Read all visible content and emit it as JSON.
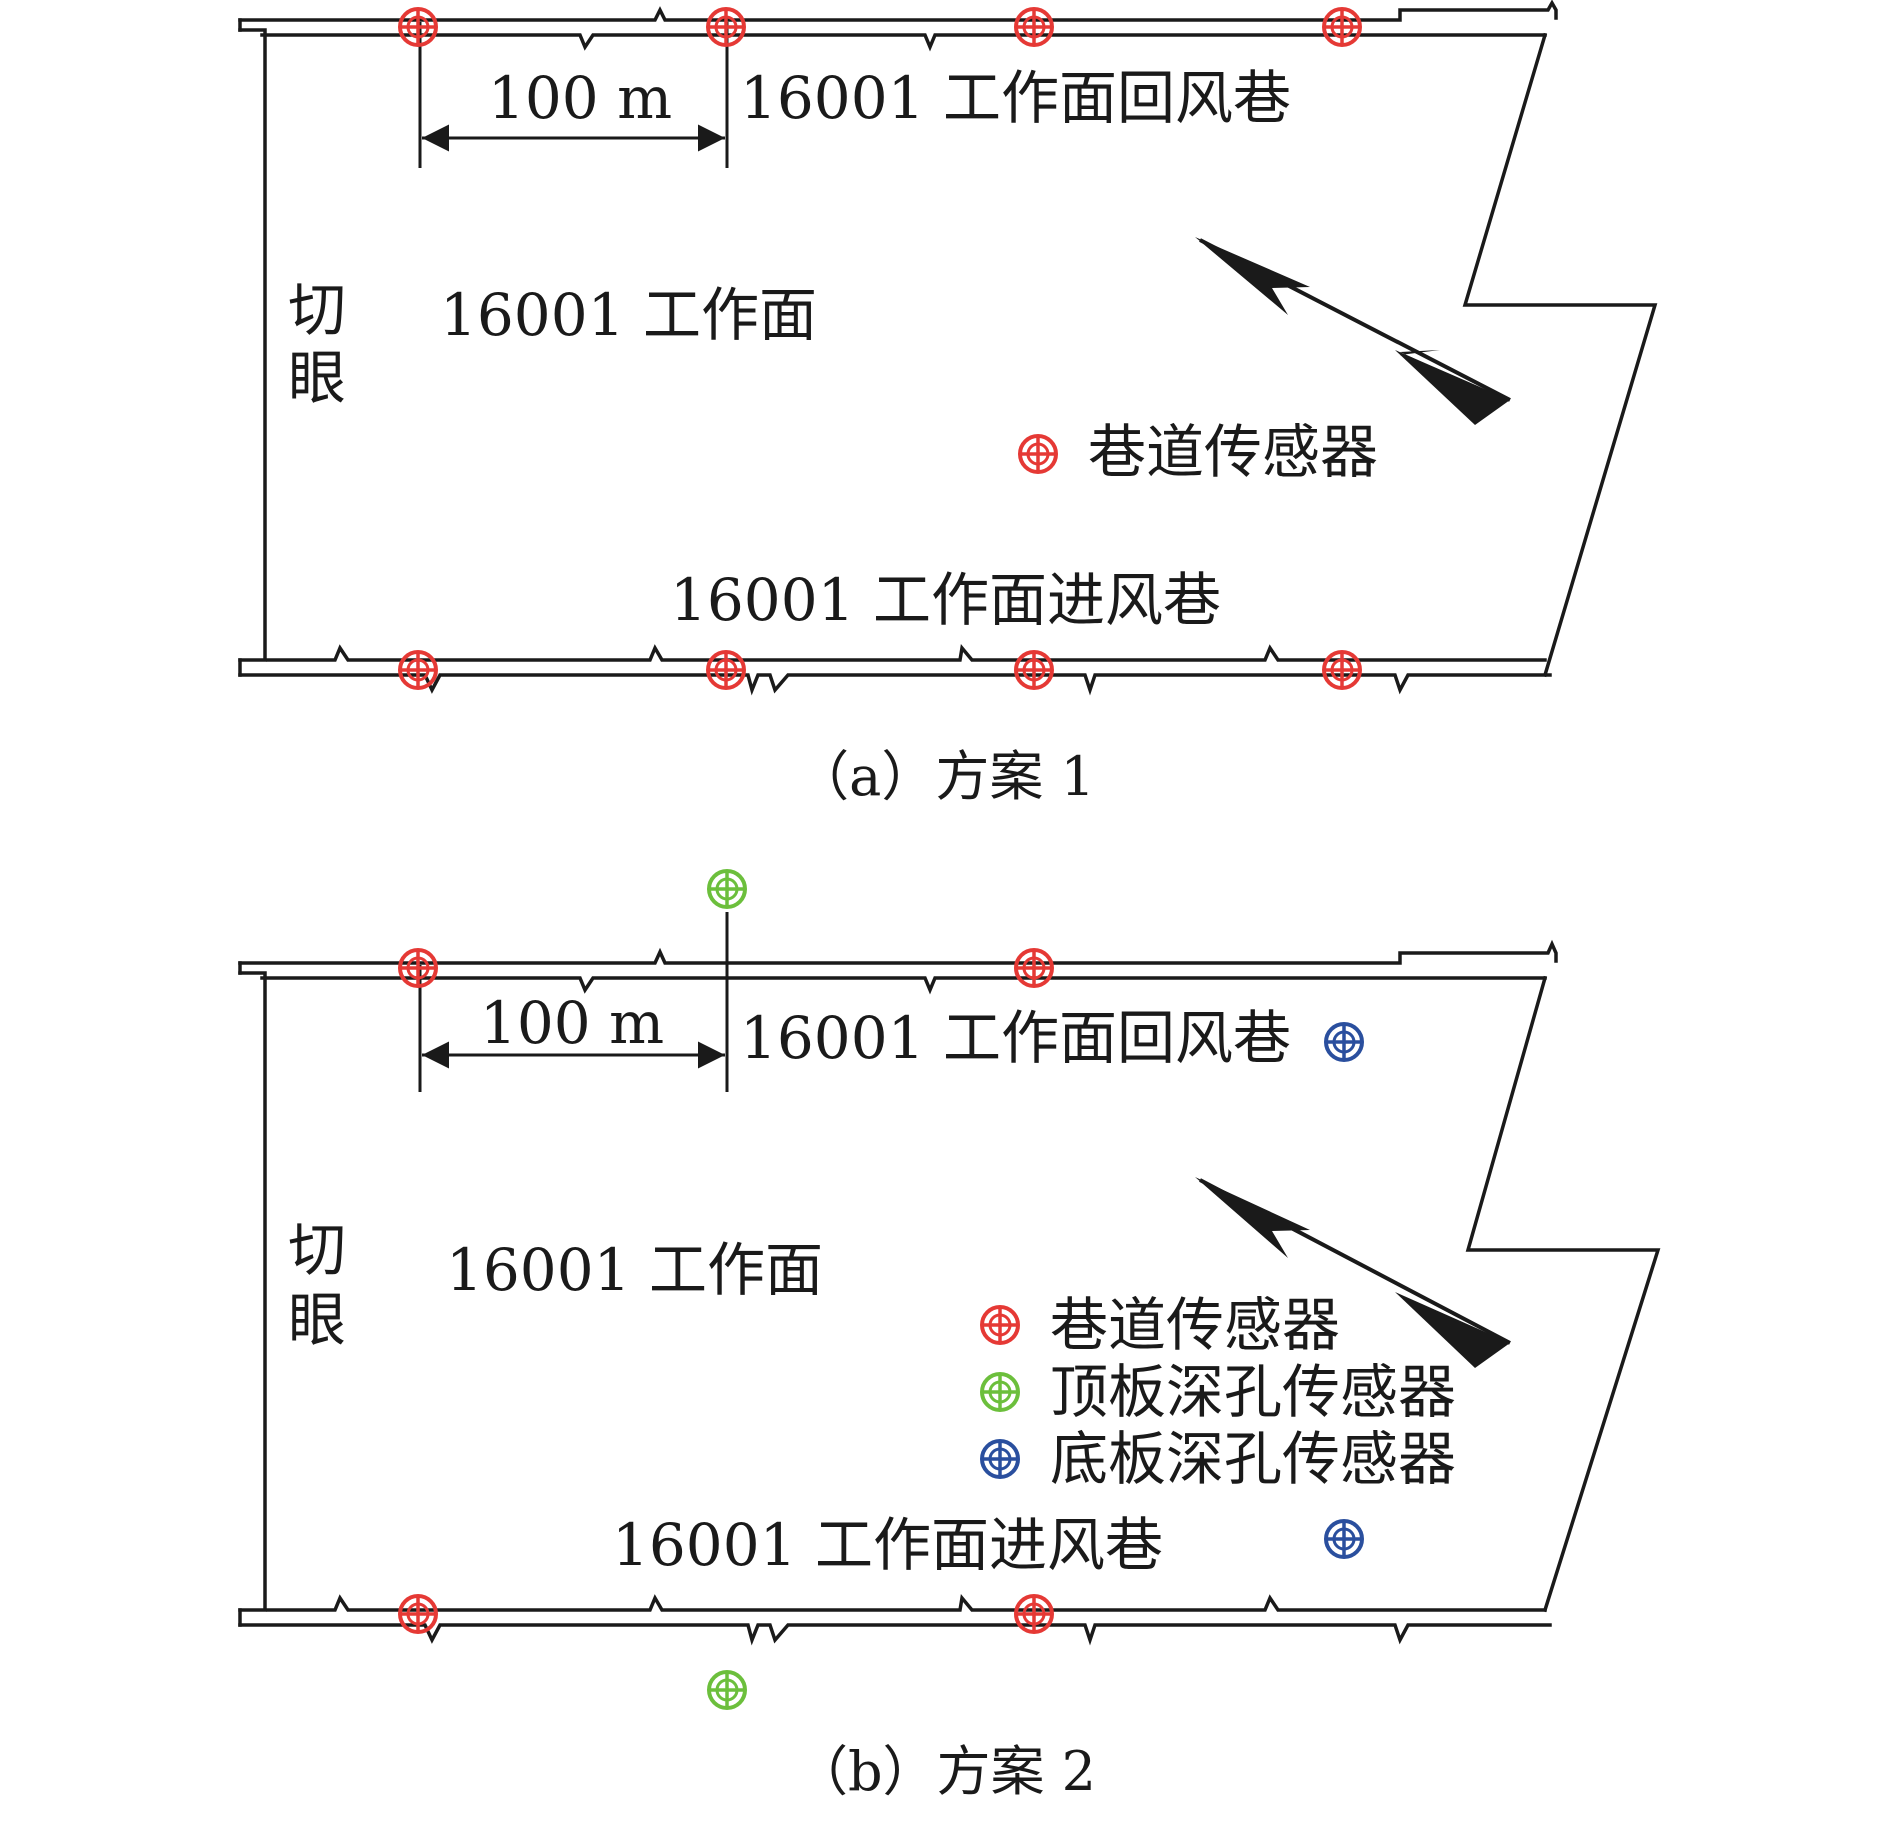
{
  "colors": {
    "roadway_sensor": "#e53935",
    "roof_sensor": "#6cbf3c",
    "floor_sensor": "#2a4f9e",
    "line": "#1a1a1a"
  },
  "panel_a": {
    "caption": "（a）方案 1",
    "spacing_label": "100 m",
    "return_airway": "16001 工作面回风巷",
    "intake_airway": "16001 工作面进风巷",
    "working_face": "16001 工作面",
    "cut_char_1": "切",
    "cut_char_2": "眼",
    "legend": {
      "roadway_sensor": "巷道传感器"
    }
  },
  "panel_b": {
    "caption": "（b）方案 2",
    "spacing_label": "100 m",
    "return_airway": "16001 工作面回风巷",
    "intake_airway": "16001 工作面进风巷",
    "working_face": "16001 工作面",
    "cut_char_1": "切",
    "cut_char_2": "眼",
    "legend": {
      "roadway_sensor": "巷道传感器",
      "roof_sensor": "顶板深孔传感器",
      "floor_sensor": "底板深孔传感器"
    }
  }
}
